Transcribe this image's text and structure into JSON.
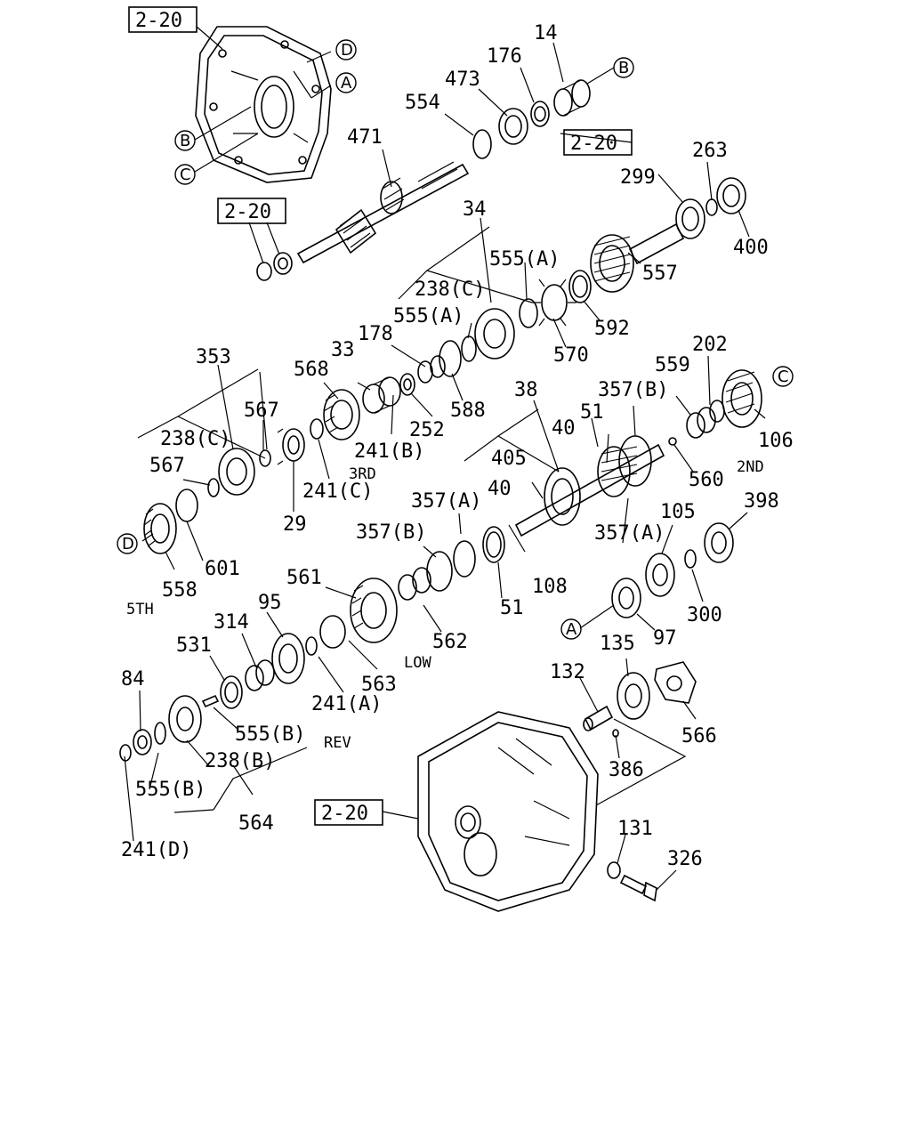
{
  "ref_boxes": [
    "2-20",
    "2-20",
    "2-20",
    "2-20"
  ],
  "circle_refs": [
    "D",
    "A",
    "B",
    "C",
    "B",
    "C",
    "D",
    "A"
  ],
  "parts": {
    "p14": "14",
    "p176": "176",
    "p473": "473",
    "p554": "554",
    "p471": "471",
    "p299": "299",
    "p263": "263",
    "p400": "400",
    "p34": "34",
    "p555a_1": "555(A)",
    "p557": "557",
    "p238c_1": "238(C)",
    "p555a_2": "555(A)",
    "p570": "570",
    "p592": "592",
    "p178": "178",
    "p588": "588",
    "p353": "353",
    "p568": "568",
    "p33": "33",
    "p252": "252",
    "p567_1": "567",
    "p238c_2": "238(C)",
    "p241b": "241(B)",
    "p567_2": "567",
    "p241c": "241(C)",
    "p29": "29",
    "p601": "601",
    "p558": "558",
    "p38": "38",
    "p357b_1": "357(B)",
    "p559": "559",
    "p202": "202",
    "p51_1": "51",
    "p40_1": "40",
    "p405": "405",
    "p560": "560",
    "p106": "106",
    "p40_2": "40",
    "p357a_1": "357(A)",
    "p357a_2": "357(A)",
    "p398": "398",
    "p105": "105",
    "p357b_2": "357(B)",
    "p108": "108",
    "p51_2": "51",
    "p561": "561",
    "p300": "300",
    "p97": "97",
    "p95": "95",
    "p314": "314",
    "p562": "562",
    "p531": "531",
    "p84": "84",
    "p135": "135",
    "p132": "132",
    "p563": "563",
    "p241a": "241(A)",
    "p555b_1": "555(B)",
    "p238b": "238(B)",
    "p566": "566",
    "p386": "386",
    "p555b_2": "555(B)",
    "p564": "564",
    "p241d": "241(D)",
    "p131": "131",
    "p326": "326"
  },
  "gear_labels": {
    "third": "3RD",
    "second": "2ND",
    "fifth": "5TH",
    "low": "LOW",
    "reverse": "REV"
  }
}
